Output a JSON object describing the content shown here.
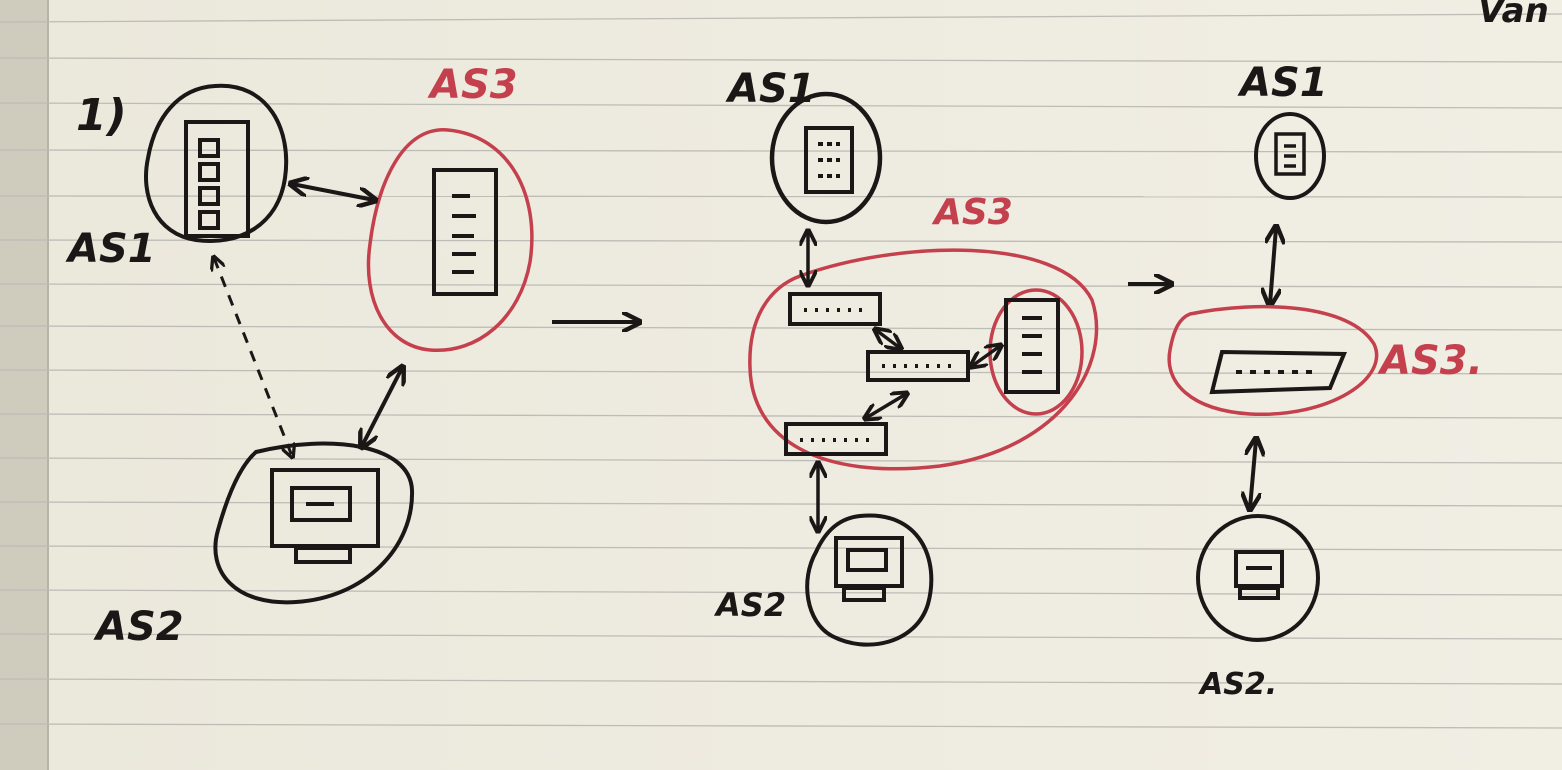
{
  "colors": {
    "paper": "#efece1",
    "paper_shadow": "#d9d5c7",
    "rule_line": "#bdbcb6",
    "ink": "#1a1716",
    "red_ink": "#c4404d"
  },
  "panel1": {
    "step_label": "1)",
    "as1_label": "AS1",
    "as2_label": "AS2",
    "as3_label": "AS3"
  },
  "panel2": {
    "as1_label": "AS1",
    "as2_label": "AS2",
    "as3_label": "AS3"
  },
  "panel3": {
    "as1_label": "AS1",
    "as2_label": "AS2.",
    "as3_label": "AS3."
  },
  "corner_text": "Van",
  "transition_arrows": [
    "→",
    "→"
  ]
}
